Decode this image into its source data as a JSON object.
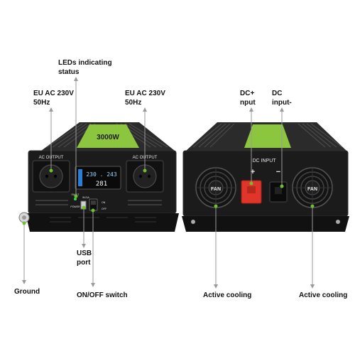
{
  "callouts": {
    "leds": "LEDs indicating\nstatus",
    "eu_left": "EU AC 230V\n50Hz",
    "eu_right": "EU AC 230V\n50Hz",
    "dc_plus": "DC+\nnput",
    "dc_minus": "DC\ninput-",
    "usb": "USB\nport",
    "ground": "Ground",
    "onoff": "ON/OFF switch",
    "cool_left": "Active cooling",
    "cool_right": "Active cooling"
  },
  "front_panel": {
    "ac_output_left": "AC OUTPUT",
    "ac_output_right": "AC OUTPUT",
    "display_top": "230 . 243",
    "display_bottom": "281",
    "usb_text": "5V/1A",
    "power_text": "POWER",
    "fault_text": "FAULT",
    "off_text": "OFF",
    "on_text": "ON",
    "sticker_text": "3000W"
  },
  "rear_panel": {
    "dc_input": "DC INPUT",
    "plus": "+",
    "minus": "−",
    "fan_left": "FAN",
    "fan_right": "FAN"
  },
  "colors": {
    "body": "#1a1a1a",
    "fin": "#3a3a3a",
    "sticker": "#8cc63f",
    "terminal_red": "#e0352b",
    "callout_line": "#9a9a9a",
    "accent_green": "#6fbf2e"
  }
}
